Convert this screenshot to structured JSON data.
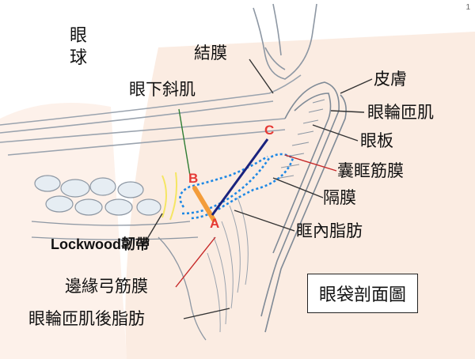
{
  "page_number": "1",
  "labels": {
    "eyeball": "眼球",
    "conjunctiva": "結膜",
    "inferior_oblique": "眼下斜肌",
    "skin": "皮膚",
    "orbicularis": "眼輪匝肌",
    "tarsus": "眼板",
    "capsulopalpebral_fascia": "囊眶筋膜",
    "septum": "隔膜",
    "orbital_fat": "眶內脂肪",
    "lockwood": "Lockwood韌帶",
    "arcus_marginalis": "邊緣弓筋膜",
    "soof": "眼輪匝肌後脂肪",
    "title_box": "眼袋剖面圖"
  },
  "points": {
    "a": "A",
    "b": "B",
    "c": "C"
  },
  "colors": {
    "line": "#9aa3ae",
    "tissue": "#c9d3dd",
    "blue_dotted": "#1e88e5",
    "navy": "#1a237e",
    "point_red": "#e53935",
    "orange": "#f39c3a",
    "yellow": "#f5e663",
    "green": "#2e7d32",
    "skin_bg": "#f7dccb"
  }
}
